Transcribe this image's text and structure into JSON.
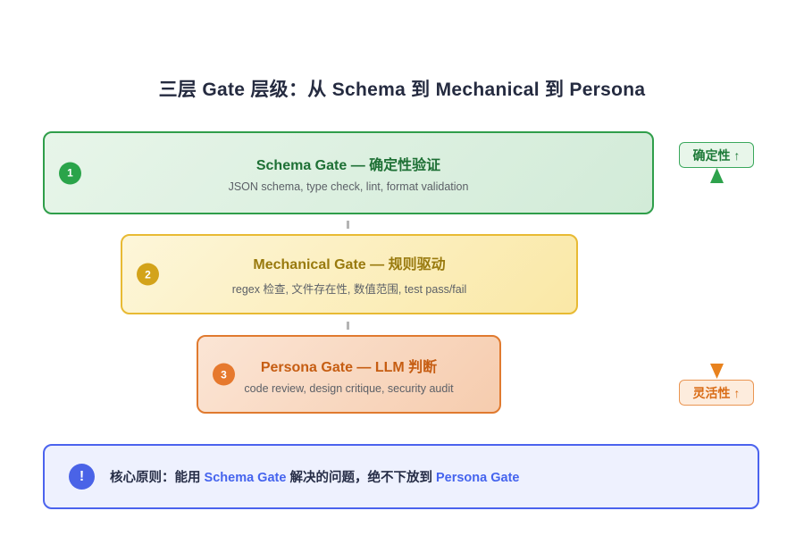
{
  "title": "三层 Gate 层级：从 Schema 到 Mechanical 到 Persona",
  "gates": [
    {
      "number": "1",
      "title": "Schema Gate — 确定性验证",
      "subtitle": "JSON schema, type check, lint, format validation",
      "accent": "#2f9e4a"
    },
    {
      "number": "2",
      "title": "Mechanical Gate — 规则驱动",
      "subtitle": "regex 检查, 文件存在性, 数值范围, test pass/fail",
      "accent": "#e8ba33"
    },
    {
      "number": "3",
      "title": "Persona Gate — LLM 判断",
      "subtitle": "code review, design critique, security audit",
      "accent": "#e07a2f"
    }
  ],
  "axis": {
    "top_label": "确定性 ↑",
    "bottom_label": "灵活性 ↑",
    "top_color": "#2ea24c",
    "bottom_color": "#e8821e"
  },
  "note": {
    "icon": "exclamation-icon",
    "icon_glyph": "!",
    "prefix": "核心原则：能用 ",
    "highlight1": "Schema Gate",
    "middle": " 解决的问题，绝不下放到 ",
    "highlight2": "Persona Gate",
    "accent": "#4b63ee"
  }
}
